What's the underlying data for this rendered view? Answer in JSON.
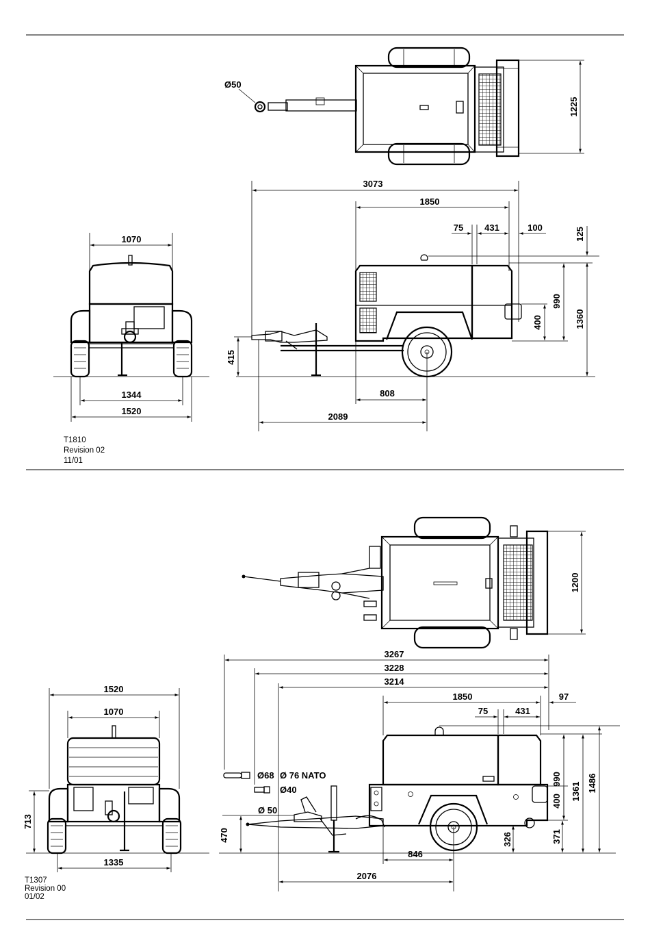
{
  "drawing_1": {
    "top_view": {
      "hitch_diameter": "Ø50",
      "width": "1225"
    },
    "side_view": {
      "overall_length": "3073",
      "body_length": "1850",
      "dim_75": "75",
      "dim_431": "431",
      "dim_100": "100",
      "dim_125": "125",
      "height_990": "990",
      "height_400": "400",
      "height_1360": "1360",
      "hitch_height": "415",
      "axle_to_body": "808",
      "hitch_to_axle": "2089"
    },
    "rear_view": {
      "body_width": "1070",
      "track": "1344",
      "overall_width": "1520"
    },
    "title_block": {
      "number": "T1810",
      "revision": "Revision 02",
      "date": "11/01"
    }
  },
  "drawing_2": {
    "top_view": {
      "width": "1200"
    },
    "side_view": {
      "length_3267": "3267",
      "length_3228": "3228",
      "length_3214": "3214",
      "body_length": "1850",
      "dim_97": "97",
      "dim_75": "75",
      "dim_431": "431",
      "height_990": "990",
      "height_400": "400",
      "height_1361": "1361",
      "height_1486": "1486",
      "dim_371": "371",
      "dim_326": "326",
      "hitch_height": "470",
      "axle_to_body": "846",
      "hitch_to_axle": "2076",
      "eye_68": "Ø68",
      "eye_76_nato": "Ø 76 NATO",
      "eye_40": "Ø40",
      "eye_50": "Ø 50"
    },
    "rear_view": {
      "overall_width": "1520",
      "body_width": "1070",
      "track": "1335",
      "hitch_height": "713"
    },
    "title_block": {
      "number": "T1307",
      "revision": "Revision 00",
      "date": "01/02"
    }
  }
}
